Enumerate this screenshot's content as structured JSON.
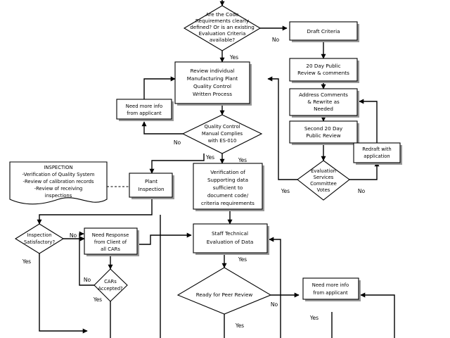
{
  "diagram": {
    "title": "Code Evaluation and Inspection Process Flowchart",
    "background_color": "#ffffff",
    "line_color": "#000000",
    "shadow_color": "#999999",
    "nodes": [
      {
        "id": "code_requirements",
        "type": "decision",
        "lines": [
          "Are the Code",
          "Requirements clearly",
          "defined? Or is an existing",
          "Evaluation Criteria",
          "available?"
        ]
      },
      {
        "id": "draft_criteria",
        "type": "process",
        "lines": [
          "Draft Criteria"
        ]
      },
      {
        "id": "twenty_day_review",
        "type": "process",
        "lines": [
          "20 Day Public",
          "Review & comments"
        ]
      },
      {
        "id": "address_comments",
        "type": "process",
        "lines": [
          "Address Comments",
          "& Rewrite as",
          "Needed"
        ]
      },
      {
        "id": "second_twenty_day",
        "type": "process",
        "lines": [
          "Second 20 Day",
          "Public Review"
        ]
      },
      {
        "id": "evaluation_services_votes",
        "type": "decision",
        "lines": [
          "Evaluation",
          "Services",
          "Committee",
          "Votes"
        ]
      },
      {
        "id": "redraft_with_application",
        "type": "process",
        "lines": [
          "Redraft with",
          "application"
        ]
      },
      {
        "id": "review_individual",
        "type": "process",
        "lines": [
          "Review individual",
          "Manufacturing Plant",
          "Quality Control",
          "Written Process"
        ]
      },
      {
        "id": "need_more_info_left",
        "type": "process",
        "lines": [
          "Need more info",
          "from applicant"
        ]
      },
      {
        "id": "qc_manual_complies",
        "type": "decision",
        "lines": [
          "Quality Control",
          "Manual Complies",
          "with ES-010"
        ]
      },
      {
        "id": "inspection_document",
        "type": "document",
        "lines": [
          "INSPECTION",
          "-Verification of Quality System",
          "-Review of calibration records",
          "-Review of receiving",
          "inspections"
        ]
      },
      {
        "id": "plant_inspection",
        "type": "process",
        "lines": [
          "Plant",
          "Inspection"
        ]
      },
      {
        "id": "verification_supporting",
        "type": "process",
        "lines": [
          "Verification of",
          "Supporting data",
          "sufficient to",
          "document code/",
          "criteria requirements"
        ]
      },
      {
        "id": "inspection_satisfactory",
        "type": "decision",
        "lines": [
          "Inspection",
          "Satisfactory?"
        ]
      },
      {
        "id": "need_response_client",
        "type": "process",
        "lines": [
          "Need Response",
          "from Client of",
          "all CARs"
        ]
      },
      {
        "id": "cars_accepted",
        "type": "decision",
        "lines": [
          "CARs",
          "Accepted?"
        ]
      },
      {
        "id": "staff_technical_eval",
        "type": "process",
        "lines": [
          "Staff Technical",
          "Evaluation of Data"
        ]
      },
      {
        "id": "ready_peer_review",
        "type": "decision",
        "lines": [
          "Ready for Peer Review"
        ]
      },
      {
        "id": "need_more_info_right",
        "type": "process",
        "lines": [
          "Need more info",
          "from applicant"
        ]
      }
    ],
    "edge_labels": [
      {
        "id": "code_req_no",
        "text": "No"
      },
      {
        "id": "code_req_yes",
        "text": "Yes"
      },
      {
        "id": "qc_manual_no",
        "text": "No"
      },
      {
        "id": "qc_manual_yes_left",
        "text": "Yes"
      },
      {
        "id": "qc_manual_yes_right",
        "text": "Yes"
      },
      {
        "id": "esc_votes_yes",
        "text": "Yes"
      },
      {
        "id": "esc_votes_no",
        "text": "No"
      },
      {
        "id": "inspection_no",
        "text": "No"
      },
      {
        "id": "inspection_yes",
        "text": "Yes"
      },
      {
        "id": "cars_no",
        "text": "No"
      },
      {
        "id": "cars_yes",
        "text": "Yes"
      },
      {
        "id": "staff_yes",
        "text": "Yes"
      },
      {
        "id": "peer_no",
        "text": "No"
      },
      {
        "id": "peer_yes",
        "text": "Yes"
      },
      {
        "id": "more_info_yes",
        "text": "Yes"
      }
    ]
  }
}
